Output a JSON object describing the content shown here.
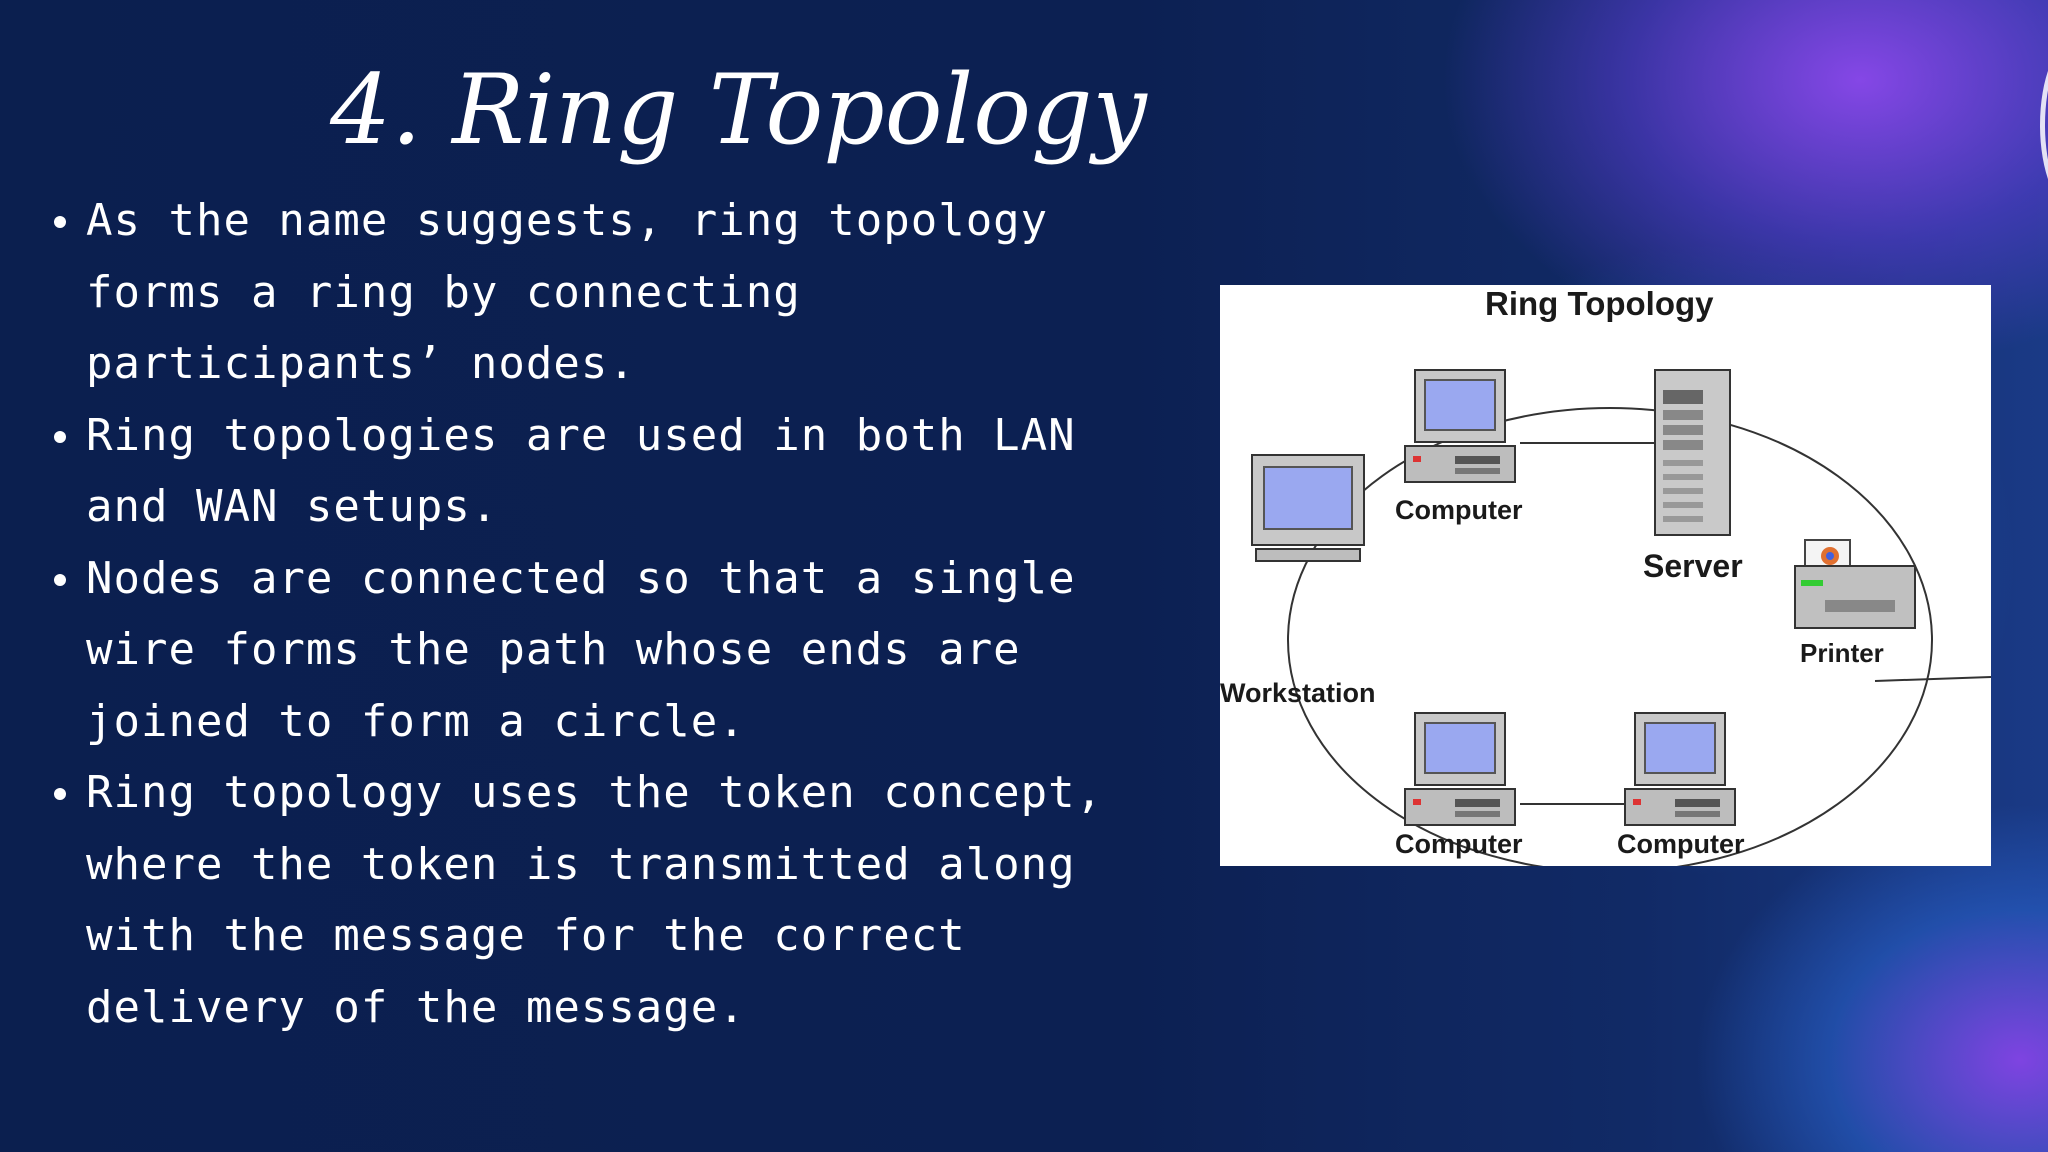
{
  "slide": {
    "title": "4. Ring Topology",
    "bullets": [
      "As the name suggests, ring topology forms a ring by connecting participants’ nodes.",
      "Ring topologies are used in both LAN and WAN setups.",
      "Nodes are connected so that a single wire forms the path whose ends are joined to form a circle.",
      "Ring topology uses the token concept, where the token is transmitted along with the message for the correct delivery of the message."
    ]
  },
  "diagram": {
    "title": "Ring Topology",
    "nodes": {
      "computer_top": "Computer",
      "server": "Server",
      "printer": "Printer",
      "workstation": "Workstation",
      "computer_bottom_left": "Computer",
      "computer_bottom_right": "Computer"
    }
  },
  "colors": {
    "background": "#0b1f4f",
    "accent_purple": "#8b48ec",
    "text": "#ffffff",
    "monitor_screen": "#9aa8f0"
  }
}
